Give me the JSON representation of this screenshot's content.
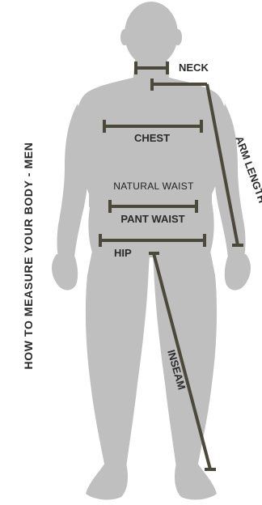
{
  "title": "HOW TO MEASURE YOUR BODY - MEN",
  "labels": {
    "neck": "NECK",
    "chest": "CHEST",
    "natural_waist": "NATURAL WAIST",
    "pant_waist": "PANT WAIST",
    "hip": "HIP",
    "arm_length": "ARM LENGTH",
    "inseam": "INSEAM"
  },
  "colors": {
    "silhouette": "#bfbfbf",
    "measure_line": "#4b4a3a",
    "label_text": "#2a2a2a",
    "background": "#ffffff"
  }
}
